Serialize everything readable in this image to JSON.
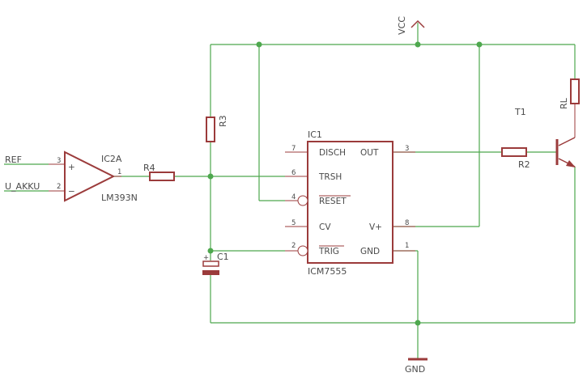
{
  "colors": {
    "wire": "#4ea84e",
    "part": "#9b3b3b",
    "text": "#4a4a4a"
  },
  "supply": {
    "vcc": "VCC",
    "gnd": "GND"
  },
  "opamp": {
    "ref": "IC2A",
    "value": "LM393N",
    "in_plus_pin": "3",
    "in_minus_pin": "2",
    "out_pin": "1",
    "plus_sign": "+",
    "minus_sign": "−"
  },
  "nets": {
    "ref": "REF",
    "u_akku": "U_AKKU"
  },
  "resistors": {
    "r2": "R2",
    "r3": "R3",
    "r4": "R4",
    "rl": "RL"
  },
  "capacitor": {
    "ref": "C1",
    "plus_sign": "+"
  },
  "transistor": {
    "ref": "T1"
  },
  "timer": {
    "ref": "IC1",
    "value": "ICM7555",
    "pins": {
      "disch": {
        "name": "DISCH",
        "num": "7"
      },
      "trsh": {
        "name": "TRSH",
        "num": "6"
      },
      "reset": {
        "name": "RESET",
        "num": "4"
      },
      "cv": {
        "name": "CV",
        "num": "5"
      },
      "trig": {
        "name": "TRIG",
        "num": "2"
      },
      "out": {
        "name": "OUT",
        "num": "3"
      },
      "vplus": {
        "name": "V+",
        "num": "8"
      },
      "gnd": {
        "name": "GND",
        "num": "1"
      }
    }
  }
}
